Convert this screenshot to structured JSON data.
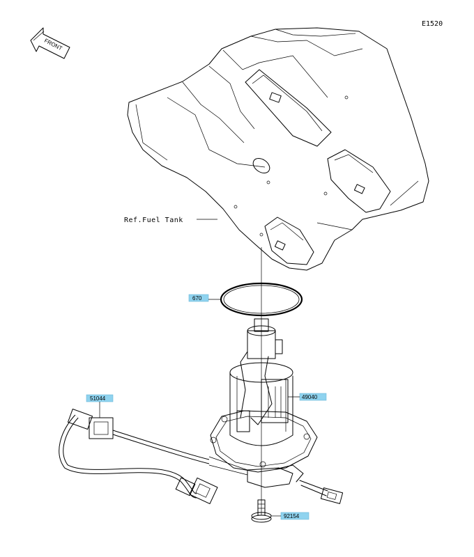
{
  "diagram_code": "E1520",
  "front_label": "FRONT",
  "ref_label": "Ref.Fuel Tank",
  "parts": [
    {
      "id": "p670",
      "number": "670"
    },
    {
      "id": "p49040",
      "number": "49040"
    },
    {
      "id": "p51044",
      "number": "51044"
    },
    {
      "id": "p92154",
      "number": "92154"
    }
  ],
  "colors": {
    "callout_fill": "#8fd3ef",
    "callout_stroke": "#6bb7d8",
    "line": "#000000",
    "background": "#ffffff"
  }
}
